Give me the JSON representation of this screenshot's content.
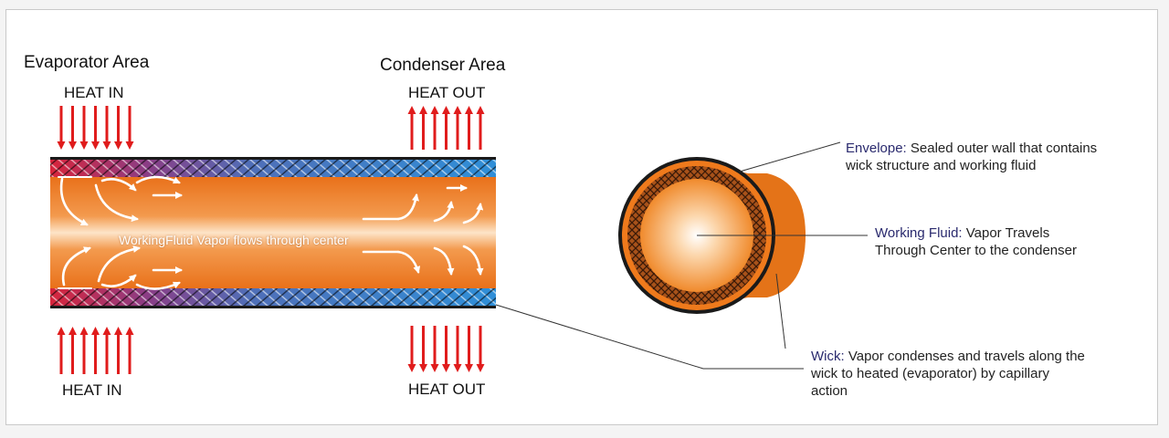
{
  "evaporator": {
    "area_label": "Evaporator Area",
    "heat_in_top": "HEAT IN",
    "heat_in_bottom": "HEAT IN"
  },
  "condenser": {
    "area_label": "Condenser Area",
    "heat_out_top": "HEAT OUT",
    "heat_out_bottom": "HEAT OUT"
  },
  "pipe": {
    "center_label": "WorkingFluid Vapor flows through center"
  },
  "callouts": [
    {
      "term": "Envelope:",
      "line1": " Sealed outer wall that contains",
      "line2": "wick structure and working fluid"
    },
    {
      "term": "Working Fluid:",
      "line1": " Vapor Travels",
      "line2": "Through Center to the condenser"
    },
    {
      "term": "Wick:",
      "line1": " Vapor condenses and travels along the",
      "line2": "wick to heated (evaporator) by capillary",
      "line3": "action"
    }
  ],
  "colors": {
    "heat_arrow": "#e01c1c",
    "pipe_fill": "#f07b1a",
    "wick_hot": "#d8253c",
    "wick_mid": "#7a3f8c",
    "wick_cool": "#2f8fd8",
    "flow_arrow": "#ffffff"
  }
}
